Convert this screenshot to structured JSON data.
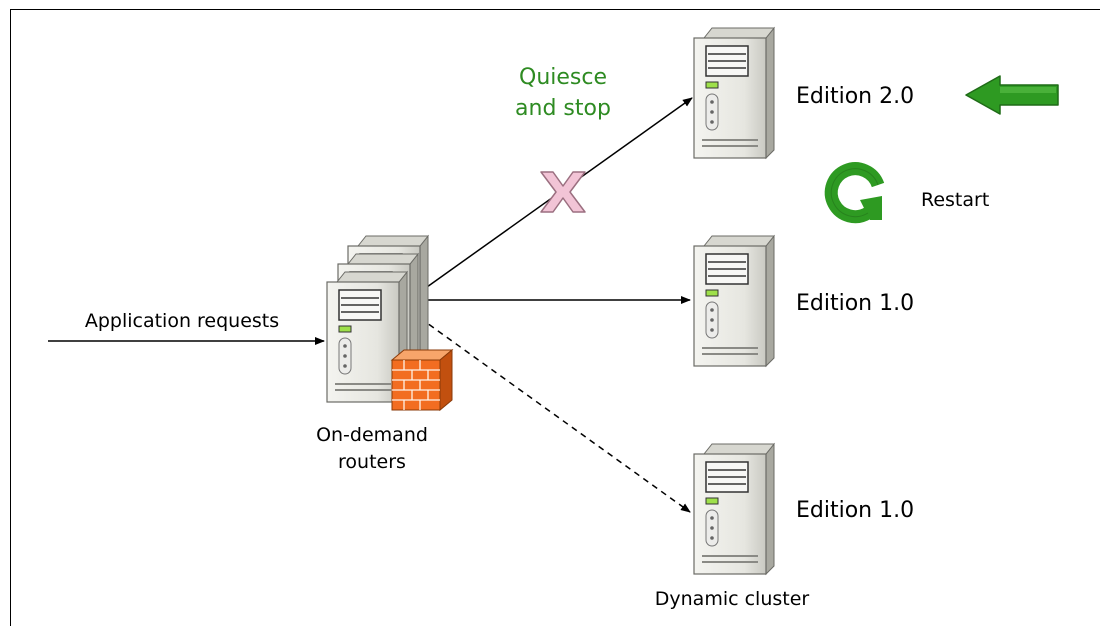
{
  "labels": {
    "quiesce_line1": "Quiesce",
    "quiesce_line2": "and stop",
    "application_requests": "Application requests",
    "routers_line1": "On-demand",
    "routers_line2": "routers",
    "restart": "Restart",
    "dynamic_cluster": "Dynamic cluster"
  },
  "servers": [
    {
      "edition": "Edition 2.0"
    },
    {
      "edition": "Edition 1.0"
    },
    {
      "edition": "Edition 1.0"
    }
  ],
  "colors": {
    "accent_green": "#2e8b22",
    "x_mark_fill": "#f2c4d6",
    "x_mark_stroke": "#9b6f80",
    "firewall_orange": "#f26d21"
  },
  "icons": {
    "restart": "restart-icon",
    "stop_mark": "x-mark-icon",
    "firewall": "firewall-icon",
    "arrow": "green-arrow-icon"
  }
}
